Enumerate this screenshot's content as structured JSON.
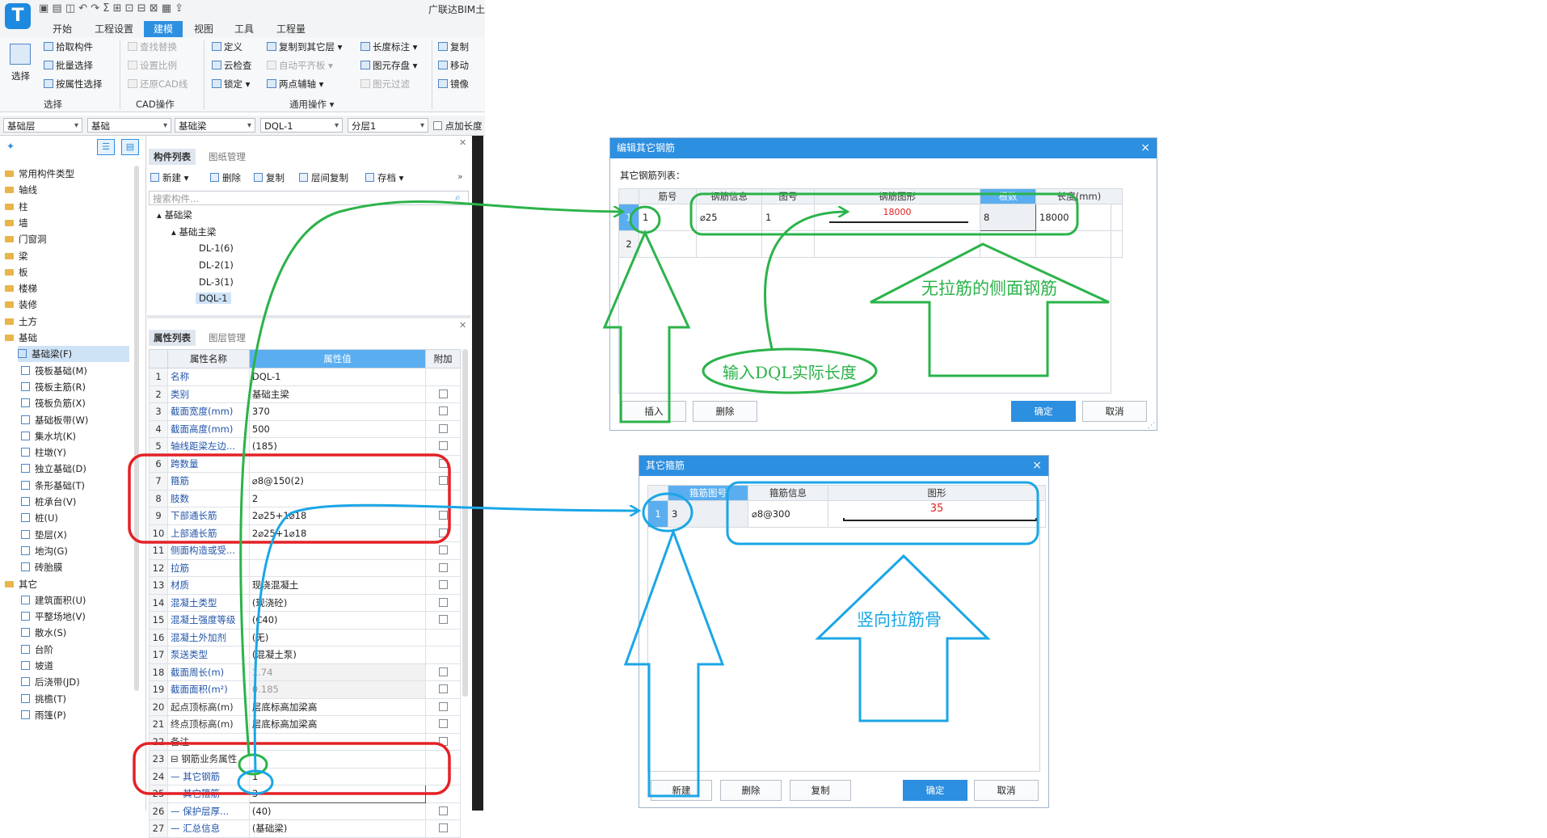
{
  "app": {
    "title": "广联达BIM土",
    "logo_letter": "T",
    "tabs": [
      "开始",
      "工程设置",
      "建模",
      "视图",
      "工具",
      "工程量"
    ],
    "active_tab": "建模"
  },
  "ribbon": {
    "select": {
      "big_label": "选择",
      "items": [
        "拾取构件",
        "批量选择",
        "按属性选择"
      ],
      "group": "选择"
    },
    "cad": {
      "items": [
        "查找替换",
        "设置比例",
        "还原CAD线"
      ],
      "group": "CAD操作"
    },
    "general": {
      "items": [
        "定义",
        "云检查",
        "锁定",
        "复制到其它层",
        "自动平齐板",
        "两点辅轴",
        "长度标注",
        "图元存盘",
        "图元过滤"
      ],
      "group": "通用操作"
    },
    "modify": {
      "items": [
        "复制",
        "移动",
        "镜像"
      ]
    }
  },
  "filters": {
    "floor": "基础层",
    "type": "基础",
    "subtype": "基础梁",
    "item": "DQL-1",
    "layer": "分层1",
    "checkbox_label": "点加长度"
  },
  "nav": {
    "items": [
      {
        "label": "常用构件类型",
        "kind": "folder"
      },
      {
        "label": "轴线",
        "kind": "folder"
      },
      {
        "label": "柱",
        "kind": "folder"
      },
      {
        "label": "墙",
        "kind": "folder"
      },
      {
        "label": "门窗洞",
        "kind": "folder"
      },
      {
        "label": "梁",
        "kind": "folder"
      },
      {
        "label": "板",
        "kind": "folder"
      },
      {
        "label": "楼梯",
        "kind": "folder"
      },
      {
        "label": "装修",
        "kind": "folder"
      },
      {
        "label": "土方",
        "kind": "folder"
      },
      {
        "label": "基础",
        "kind": "folder"
      },
      {
        "label": "基础梁(F)",
        "kind": "sub",
        "selected": true
      },
      {
        "label": "筏板基础(M)",
        "kind": "sub"
      },
      {
        "label": "筏板主筋(R)",
        "kind": "sub"
      },
      {
        "label": "筏板负筋(X)",
        "kind": "sub"
      },
      {
        "label": "基础板带(W)",
        "kind": "sub"
      },
      {
        "label": "集水坑(K)",
        "kind": "sub"
      },
      {
        "label": "柱墩(Y)",
        "kind": "sub"
      },
      {
        "label": "独立基础(D)",
        "kind": "sub"
      },
      {
        "label": "条形基础(T)",
        "kind": "sub"
      },
      {
        "label": "桩承台(V)",
        "kind": "sub"
      },
      {
        "label": "桩(U)",
        "kind": "sub"
      },
      {
        "label": "垫层(X)",
        "kind": "sub"
      },
      {
        "label": "地沟(G)",
        "kind": "sub"
      },
      {
        "label": "砖胎膜",
        "kind": "sub"
      },
      {
        "label": "其它",
        "kind": "folder"
      },
      {
        "label": "建筑面积(U)",
        "kind": "sub"
      },
      {
        "label": "平整场地(V)",
        "kind": "sub"
      },
      {
        "label": "散水(S)",
        "kind": "sub"
      },
      {
        "label": "台阶",
        "kind": "sub"
      },
      {
        "label": "坡道",
        "kind": "sub"
      },
      {
        "label": "后浇带(JD)",
        "kind": "sub"
      },
      {
        "label": "挑檐(T)",
        "kind": "sub"
      },
      {
        "label": "雨篷(P)",
        "kind": "sub"
      }
    ]
  },
  "component_panel": {
    "tabs": [
      "构件列表",
      "图纸管理"
    ],
    "toolbar": [
      "新建",
      "删除",
      "复制",
      "层间复制",
      "存档"
    ],
    "search_placeholder": "搜索构件...",
    "tree": {
      "root": "基础梁",
      "group": "基础主梁",
      "items": [
        "DL-1(6)",
        "DL-2(1)",
        "DL-3(1)",
        "DQL-1"
      ],
      "selected": "DQL-1"
    }
  },
  "property_panel": {
    "tabs": [
      "属性列表",
      "图层管理"
    ],
    "headers": {
      "name": "属性名称",
      "value": "属性值",
      "extra": "附加"
    },
    "rows": [
      {
        "n": "1",
        "k": "名称",
        "v": "DQL-1",
        "cb": false
      },
      {
        "n": "2",
        "k": "类别",
        "v": "基础主梁",
        "cb": true
      },
      {
        "n": "3",
        "k": "截面宽度(mm)",
        "v": "370",
        "cb": true
      },
      {
        "n": "4",
        "k": "截面高度(mm)",
        "v": "500",
        "cb": true
      },
      {
        "n": "5",
        "k": "轴线距梁左边...",
        "v": "(185)",
        "cb": true
      },
      {
        "n": "6",
        "k": "跨数量",
        "v": "",
        "cb": true
      },
      {
        "n": "7",
        "k": "箍筋",
        "v": "⌀8@150(2)",
        "cb": true
      },
      {
        "n": "8",
        "k": "肢数",
        "v": "2",
        "cb": false
      },
      {
        "n": "9",
        "k": "下部通长筋",
        "v": "2⌀25+1⌀18",
        "cb": true
      },
      {
        "n": "10",
        "k": "上部通长筋",
        "v": "2⌀25+1⌀18",
        "cb": true
      },
      {
        "n": "11",
        "k": "侧面构造或受...",
        "v": "",
        "cb": true
      },
      {
        "n": "12",
        "k": "拉筋",
        "v": "",
        "cb": true
      },
      {
        "n": "13",
        "k": "材质",
        "v": "现浇混凝土",
        "cb": true
      },
      {
        "n": "14",
        "k": "混凝土类型",
        "v": "(现浇砼)",
        "cb": true
      },
      {
        "n": "15",
        "k": "混凝土强度等级",
        "v": "(C40)",
        "cb": true
      },
      {
        "n": "16",
        "k": "混凝土外加剂",
        "v": "(无)",
        "cb": false
      },
      {
        "n": "17",
        "k": "泵送类型",
        "v": "(混凝土泵)",
        "cb": false
      },
      {
        "n": "18",
        "k": "截面周长(m)",
        "v": "1.74",
        "cb": true,
        "dim": true
      },
      {
        "n": "19",
        "k": "截面面积(m²)",
        "v": "0.185",
        "cb": true,
        "dim": true
      },
      {
        "n": "20",
        "k": "起点顶标高(m)",
        "v": "层底标高加梁高",
        "cb": true,
        "gray": true
      },
      {
        "n": "21",
        "k": "终点顶标高(m)",
        "v": "层底标高加梁高",
        "cb": true,
        "gray": true
      },
      {
        "n": "22",
        "k": "备注",
        "v": "",
        "cb": true,
        "gray": true
      },
      {
        "n": "23",
        "k": "⊟ 钢筋业务属性",
        "v": "",
        "cb": false,
        "gray": true
      },
      {
        "n": "24",
        "k": "— 其它钢筋",
        "v": "1",
        "cb": false
      },
      {
        "n": "25",
        "k": "— 其它箍筋",
        "v": "3",
        "cb": false,
        "selected": true
      },
      {
        "n": "26",
        "k": "— 保护层厚...",
        "v": "(40)",
        "cb": true
      },
      {
        "n": "27",
        "k": "— 汇总信息",
        "v": "(基础梁)",
        "cb": true
      }
    ]
  },
  "dialog_rebar": {
    "title": "编辑其它钢筋",
    "close": "×",
    "list_label": "其它钢筋列表：",
    "columns": [
      "筋号",
      "钢筋信息",
      "图号",
      "钢筋图形",
      "根数",
      "长度(mm)"
    ],
    "rows": [
      {
        "no": "1",
        "id": "1",
        "info": "⌀25",
        "fig_no": "1",
        "shape_value": "18000",
        "count": "8",
        "length": "18000"
      },
      {
        "no": "2",
        "id": "",
        "info": "",
        "fig_no": "",
        "shape_value": "",
        "count": "",
        "length": ""
      }
    ],
    "buttons": {
      "insert": "插入",
      "delete": "删除",
      "ok": "确定",
      "cancel": "取消"
    }
  },
  "dialog_stirrup": {
    "title": "其它箍筋",
    "close": "×",
    "columns": [
      "箍筋图号",
      "箍筋信息",
      "图形"
    ],
    "rows": [
      {
        "no": "1",
        "fig_no": "3",
        "info": "⌀8@300",
        "shape_value": "35"
      }
    ],
    "buttons": {
      "new": "新建",
      "delete": "删除",
      "copy": "复制",
      "ok": "确定",
      "cancel": "取消"
    }
  },
  "annotations": {
    "side_rebar": "无拉筋的侧面钢筋",
    "dql_length": "输入DQL实际长度",
    "vertical_tie": "竖向拉筋骨"
  },
  "colors": {
    "accent": "#2d8fe0",
    "annotation_green": "#2bb34a",
    "annotation_blue": "#1aa6e6",
    "highlight_red": "#e32126",
    "shape_text_red": "#e02020"
  }
}
